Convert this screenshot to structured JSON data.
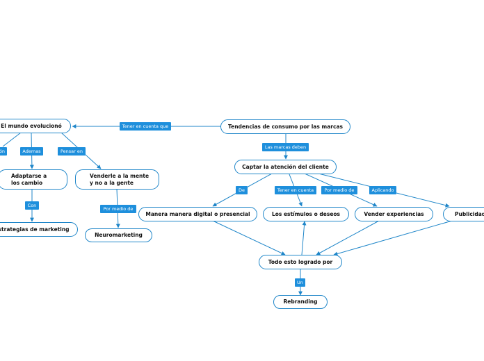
{
  "colors": {
    "line": "#1f86c9",
    "label_bg": "#1e8fdc",
    "label_text": "#ffffff",
    "node_border": "#1f86c9"
  },
  "nodes": {
    "root": "Tendencias de consumo por las marcas",
    "captar": "Captar la atención del cliente",
    "mundo": "El mundo evolucionó",
    "adaptarse": "Adaptarse a\nlos cambio",
    "venderle": "Venderle a la mente\ny no a la gente",
    "estrategias": "Estrategias de marketing",
    "neuromarketing": "Neuromarketing",
    "manera": "Manera manera digital o presencial",
    "estimulos": "Los estímulos o deseos",
    "experiencias": "Vender experiencias",
    "publicidad": "Publicidad",
    "logrado": "Todo esto logrado por",
    "rebranding": "Rebranding"
  },
  "labels": {
    "tener_cuenta_que": "Tener en cuenta que",
    "marcas_deben": "Las marcas deben",
    "partial": "ón",
    "ademas": "Ademas",
    "pensar_en": "Pensar en",
    "con": "Con",
    "por_medio_de_1": "Por medio de",
    "de": "De",
    "tener_cuenta": "Tener en cuenta",
    "por_medio_de_2": "Por medio de",
    "aplicando": "Aplicando",
    "un": "Un"
  }
}
